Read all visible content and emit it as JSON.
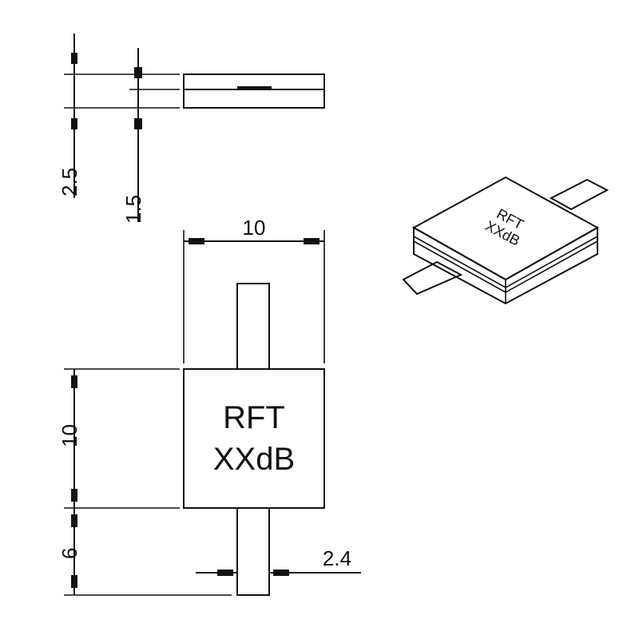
{
  "dimensions": {
    "side_total_height": "2.5",
    "side_body_height": "1.5",
    "body_width": "10",
    "body_length": "10",
    "tab_length": "6",
    "tab_width": "2.4"
  },
  "marking": {
    "line1": "RFT",
    "line2": "XXdB"
  }
}
